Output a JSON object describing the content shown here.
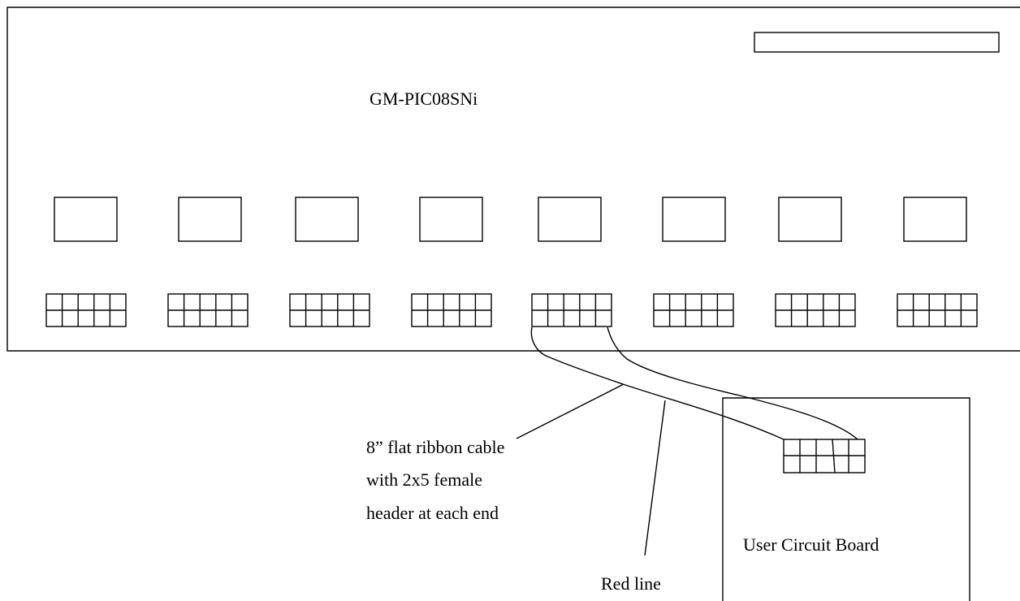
{
  "board_label": "GM-PIC08SNi",
  "cable_label_lines": [
    "8” flat ribbon cable",
    "with 2x5 female",
    "header at each end"
  ],
  "red_line_label": "Red line",
  "user_board_label": "User Circuit Board",
  "counts": {
    "module_sockets": 8,
    "headers_on_board": 8,
    "header_grid": "2x5"
  }
}
